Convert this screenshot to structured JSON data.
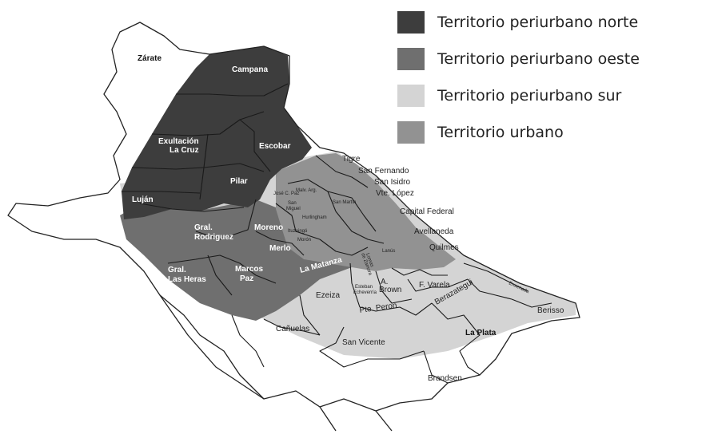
{
  "legend": {
    "items": [
      {
        "label": "Territorio periurbano norte",
        "color": "#3d3d3d"
      },
      {
        "label": "Territorio periurbano oeste",
        "color": "#6f6f6f"
      },
      {
        "label": "Territorio periurbano sur",
        "color": "#d4d4d4"
      },
      {
        "label": "Territorio urbano",
        "color": "#929292"
      }
    ]
  },
  "map": {
    "labels": {
      "zarate": "Zárate",
      "campana": "Campana",
      "exaltacion_1": "Exultación",
      "exaltacion_2": "La Cruz",
      "escobar": "Escobar",
      "pilar": "Pilar",
      "lujan": "Luján",
      "tigre": "Tigre",
      "san_fernando": "San Fernando",
      "san_isidro": "San Isidro",
      "vte_lopez": "Vte. López",
      "capital_federal": "Capital Federal",
      "avellaneda": "Avellaneda",
      "quilmes": "Quilmes",
      "gral_rodriguez_1": "Gral.",
      "gral_rodriguez_2": "Rodriguez",
      "moreno": "Moreno",
      "merlo": "Merlo",
      "la_matanza": "La Matanza",
      "marcos_paz_1": "Marcos",
      "marcos_paz_2": "Paz",
      "gral_las_heras_1": "Gral.",
      "gral_las_heras_2": "Las Heras",
      "ezeiza": "Ezeiza",
      "echeverria_1": "Esteban",
      "echeverria_2": "Echeverría",
      "a_brown_1": "A.",
      "a_brown_2": "Brown",
      "lomas_1": "Lomas",
      "lomas_2": "de Zamora",
      "lanus": "Lanús",
      "pte_peron": "Pte. Peron",
      "f_varela": "F. Varela",
      "berazategui": "Berazategui",
      "ensenada": "Ensenada",
      "berisso": "Berisso",
      "la_plata": "La Plata",
      "canuelas": "Cañuelas",
      "san_vicente": "San Vicente",
      "brandsen": "Brandsen",
      "malvinas": "Malv. Arg.",
      "jose_c_paz": "José C. Paz",
      "san_miguel_1": "San",
      "san_miguel_2": "Miguel",
      "hurlingham": "Hurlingham",
      "ituzaingo": "Ituzaingó",
      "moron": "Morón",
      "san_martin": "San Martín"
    }
  }
}
